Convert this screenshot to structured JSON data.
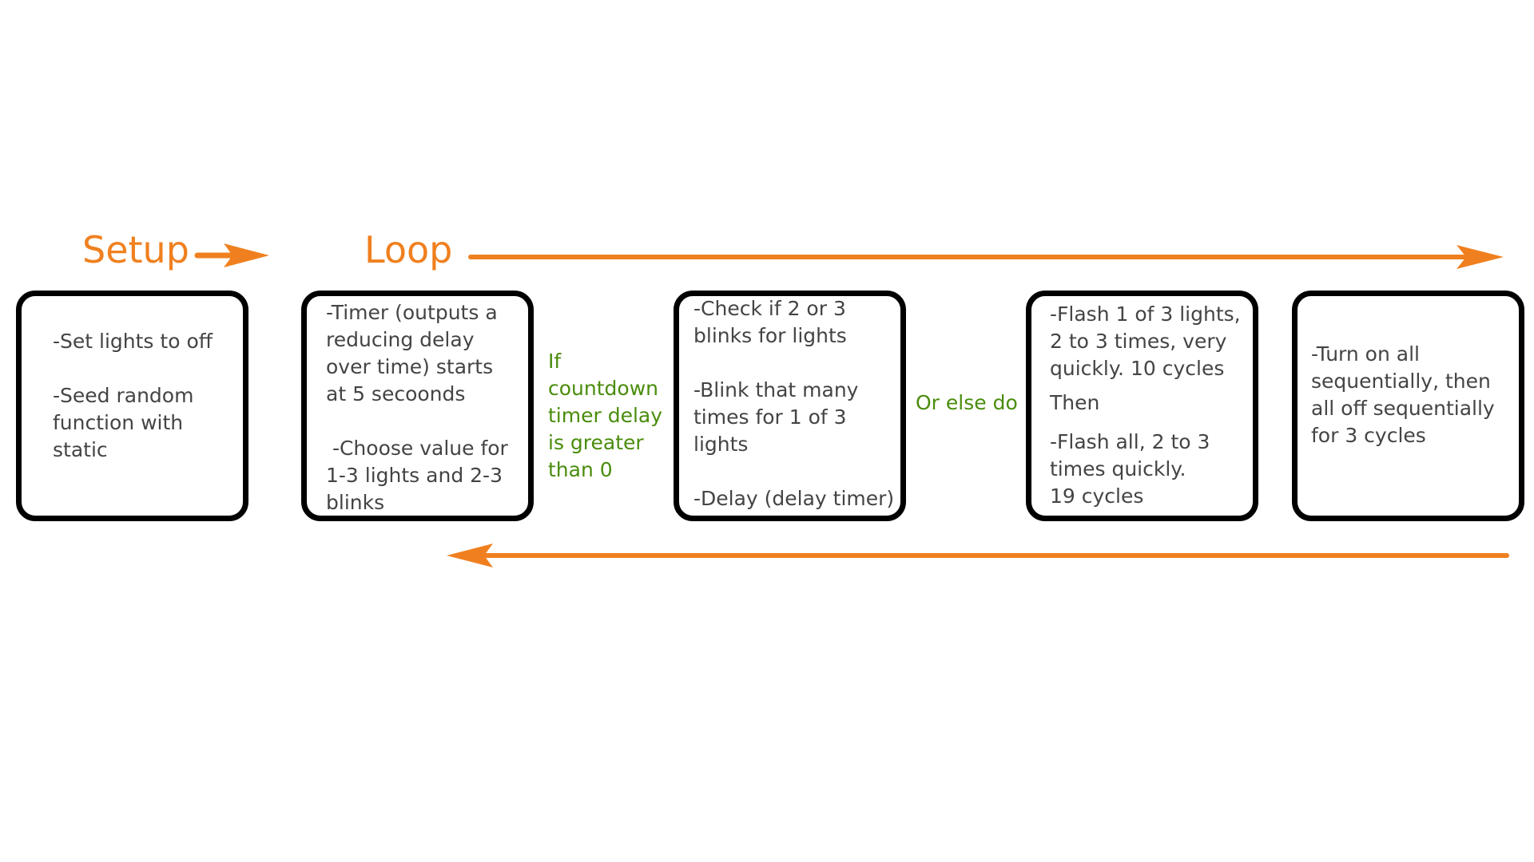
{
  "colors": {
    "accent_orange": "#f0801f",
    "condition_green": "#4a8c0c",
    "text_gray": "#444444",
    "box_border": "#000000"
  },
  "headings": {
    "setup": "Setup",
    "loop": "Loop"
  },
  "boxes": [
    {
      "name": "setup-box",
      "lines": "-Set lights to off\n\n-Seed random\nfunction with\nstatic"
    },
    {
      "name": "timer-box",
      "lines": "-Timer (outputs a\nreducing delay\nover time) starts\nat 5 secoonds\n\n -Choose value for\n1-3 lights and 2-3\nblinks"
    },
    {
      "name": "blink-box",
      "lines": "-Check if 2 or 3\nblinks for lights\n\n-Blink that many\ntimes for 1 of 3\nlights\n\n-Delay (delay timer)"
    },
    {
      "name": "flash-box",
      "lines_top": "-Flash 1 of 3 lights,\n2 to 3 times, very\nquickly. 10 cycles",
      "then": "Then",
      "lines_bottom": "-Flash all, 2 to 3\ntimes quickly.\n19 cycles"
    },
    {
      "name": "sequence-box",
      "lines": "-Turn on all\nsequentially, then\nall off sequentially\nfor 3 cycles"
    }
  ],
  "conditions": {
    "if_timer": "If\ncountdown\ntimer delay\nis greater\nthan 0",
    "or_else": "Or else do"
  },
  "icons": {
    "setup_arrow": "arrow-right-icon",
    "loop_arrow": "arrow-right-icon",
    "return_arrow": "arrow-left-icon"
  }
}
